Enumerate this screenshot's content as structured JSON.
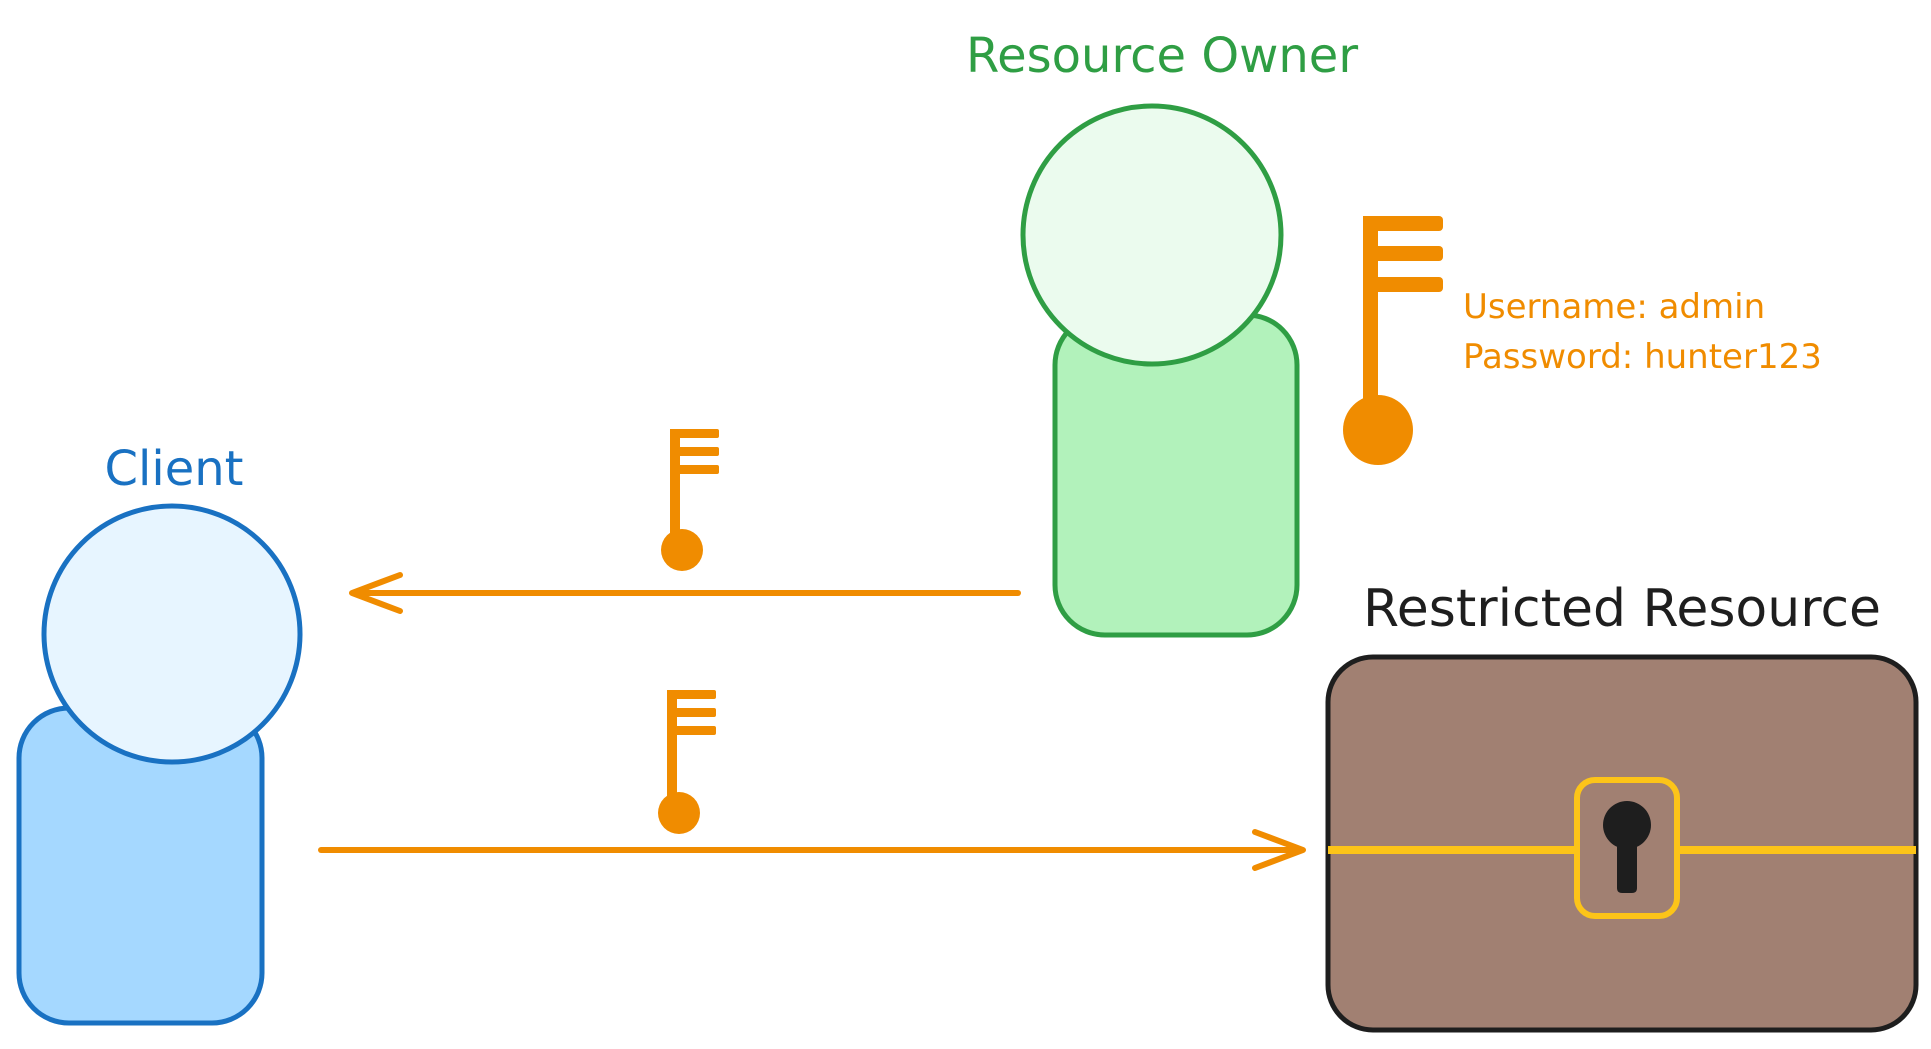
{
  "actors": {
    "resource_owner": {
      "label": "Resource Owner",
      "stroke_color": "#2f9e44",
      "head_fill": "#ebfbee",
      "body_fill": "#b2f2bb"
    },
    "client": {
      "label": "Client",
      "stroke_color": "#1971c2",
      "head_fill": "#e7f5ff",
      "body_fill": "#a5d8ff"
    }
  },
  "credentials": {
    "username_line": "Username: admin",
    "password_line": "Password: hunter123",
    "key_color": "#f08c00"
  },
  "resource": {
    "label": "Restricted Resource",
    "chest_fill": "#a18072",
    "chest_stroke": "#1e1e1e",
    "strap_color": "#fcc419",
    "keyhole_color": "#1e1e1e"
  },
  "arrows": {
    "color": "#f08c00",
    "owner_to_client": "key passed from resource owner to client",
    "client_to_resource": "key passed from client to restricted resource"
  }
}
